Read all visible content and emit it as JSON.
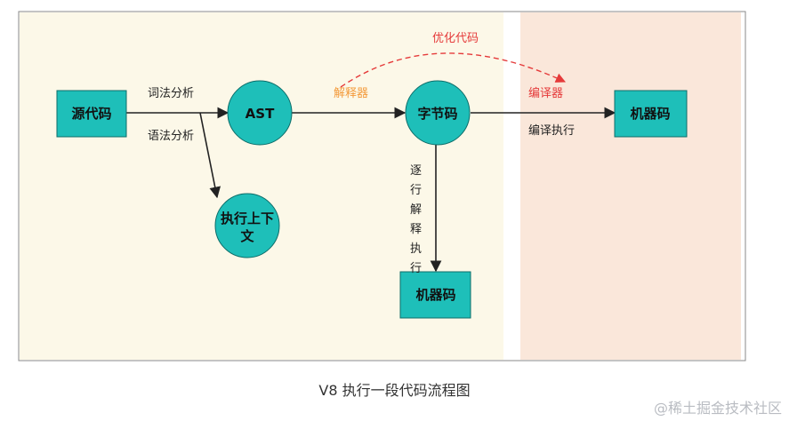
{
  "nodes": {
    "source": "源代码",
    "ast": "AST",
    "bytecode": "字节码",
    "machine_right": "机器码",
    "machine_bottom": "机器码",
    "context_line1": "执行上下",
    "context_line2": "文"
  },
  "edges": {
    "lexical": "词法分析",
    "syntax": "语法分析",
    "interpreter": "解释器",
    "optimize": "优化代码",
    "compiler": "编译器",
    "compile_exec": "编译执行",
    "interpret_exec_vertical": [
      "逐",
      "行",
      "解",
      "释",
      "执",
      "行"
    ]
  },
  "caption": "V8 执行一段代码流程图",
  "watermark": "@稀土掘金技术社区",
  "colors": {
    "node_fill": "#1ebfb9",
    "node_stroke": "#0d6d69",
    "left_panel": "#fcf8e8",
    "right_panel": "#fae7da",
    "interpreter_label": "#f39a3a",
    "optimize_label": "#e53a3a",
    "dashed_arrow": "#e53a3a"
  }
}
